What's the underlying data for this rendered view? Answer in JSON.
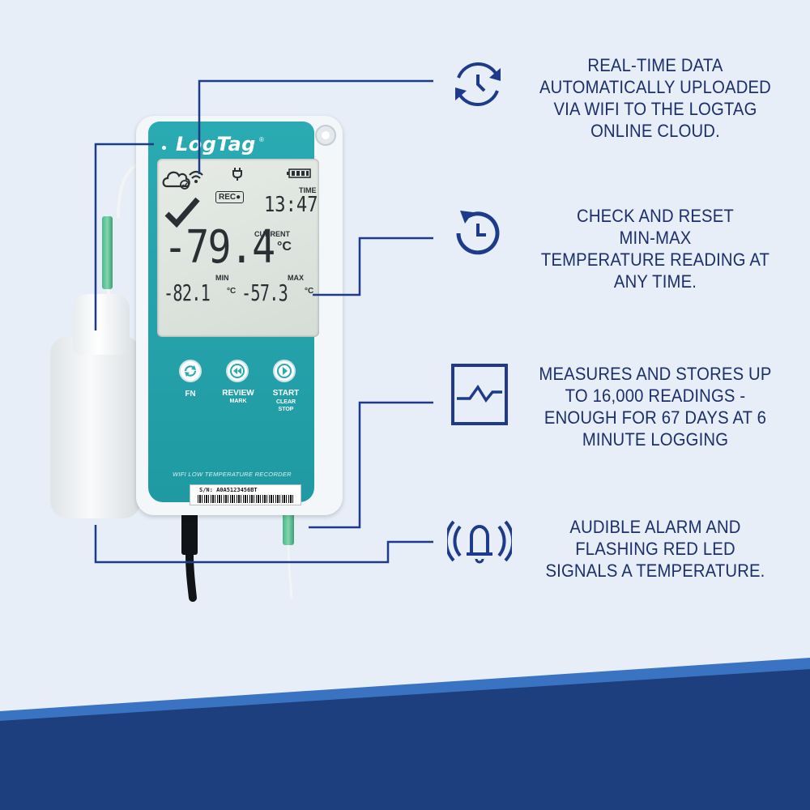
{
  "device": {
    "brand": "LogTag",
    "brand_mark": "®",
    "display": {
      "rec_label": "REC●",
      "time_label": "TIME",
      "time_value": "13:47",
      "current_label": "CURRENT",
      "current_value": "-79.4",
      "current_unit": "°C",
      "min_label": "MIN",
      "min_value": "-82.1",
      "min_unit": "°C",
      "max_label": "MAX",
      "max_value": "-57.3",
      "max_unit": "°C"
    },
    "buttons": [
      {
        "label": "FN",
        "sublabel": ""
      },
      {
        "label": "REVIEW",
        "sublabel": "MARK"
      },
      {
        "label": "START",
        "sublabel": "CLEAR\nSTOP"
      }
    ],
    "caption": "WIFI LOW TEMPERATURE RECORDER",
    "serial": "S/N: A0A5123456BT"
  },
  "features": [
    {
      "icon": "realtime-sync-icon",
      "lines": [
        "REAL-TIME DATA",
        "AUTOMATICALLY UPLOADED",
        "VIA WIFI TO THE LOGTAG",
        "ONLINE CLOUD."
      ]
    },
    {
      "icon": "reset-icon",
      "lines": [
        "CHECK AND RESET",
        "MIN-MAX",
        "TEMPERATURE READING AT",
        "ANY TIME."
      ]
    },
    {
      "icon": "graph-icon",
      "lines": [
        "MEASURES AND STORES UP",
        "TO 16,000 READINGS -",
        "ENOUGH FOR 67 DAYS AT 6",
        "MINUTE LOGGING"
      ]
    },
    {
      "icon": "alarm-bell-icon",
      "lines": [
        "AUDIBLE ALARM AND",
        "FLASHING RED LED",
        "SIGNALS A TEMPERATURE."
      ]
    }
  ],
  "colors": {
    "background": "#e7eef8",
    "accent_blue": "#1c2f6b",
    "line_blue": "#1e3a8a",
    "device_teal": "#2aaab2",
    "band_dark": "#1d3f7e",
    "band_light": "#3b73c3"
  }
}
